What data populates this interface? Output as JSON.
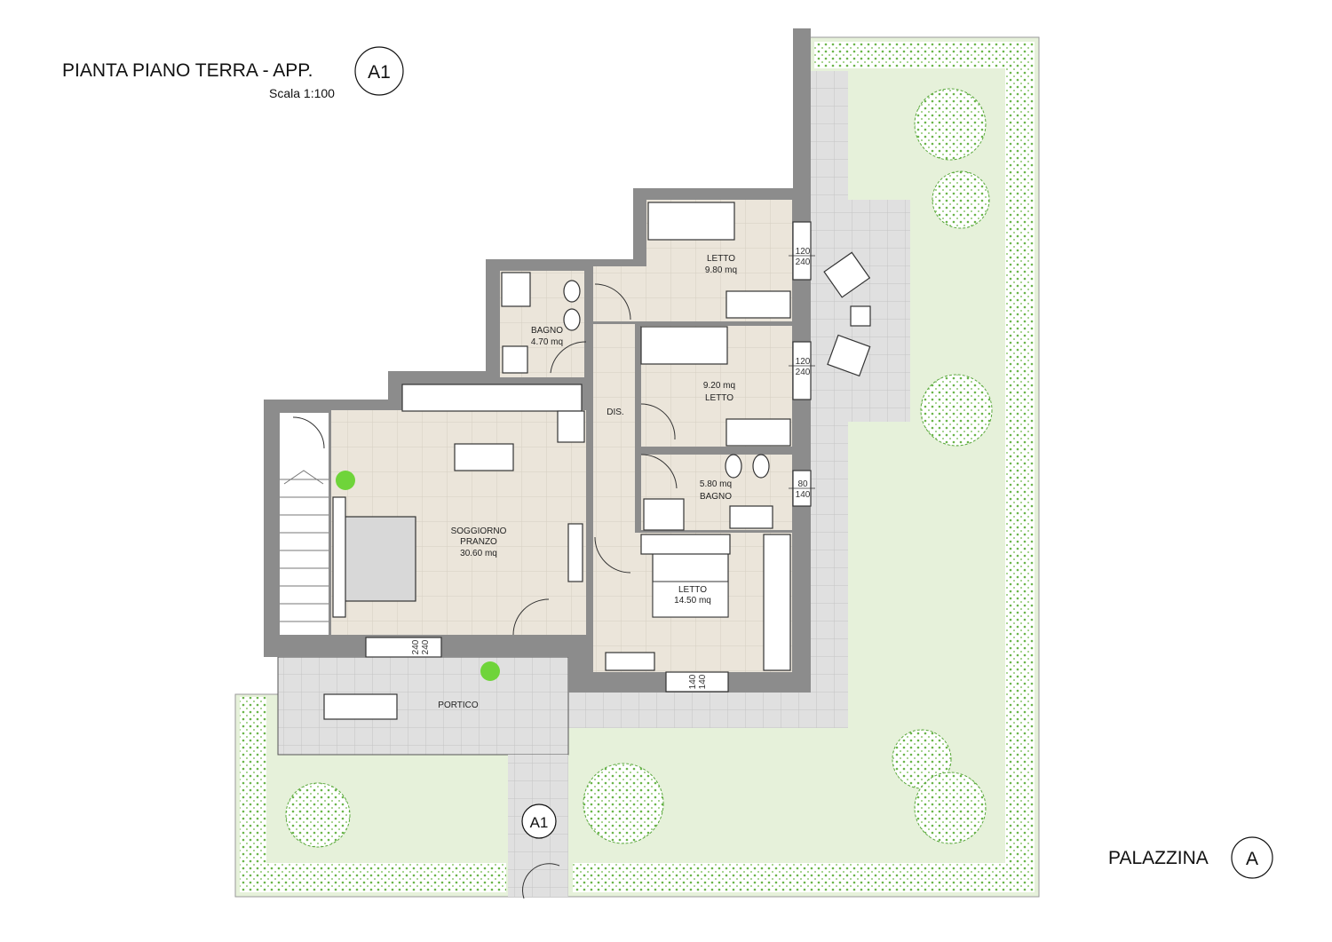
{
  "header": {
    "title": "PIANTA PIANO TERRA - APP.",
    "unit_badge": "A1",
    "scale": "Scala 1:100"
  },
  "building": {
    "label": "PALAZZINA",
    "badge": "A"
  },
  "entrance_marker": "A1",
  "rooms": {
    "letto1": {
      "name": "LETTO",
      "area": "9.80 mq"
    },
    "letto2": {
      "name": "LETTO",
      "area": "9.20 mq"
    },
    "letto3": {
      "name": "LETTO",
      "area": "14.50 mq"
    },
    "bagno1": {
      "name": "BAGNO",
      "area": "4.70 mq"
    },
    "bagno2": {
      "name": "BAGNO",
      "area": "5.80 mq"
    },
    "soggiorno": {
      "name1": "SOGGIORNO",
      "name2": "PRANZO",
      "area": "30.60 mq"
    },
    "dis": {
      "name": "DIS."
    },
    "portico": {
      "name": "PORTICO"
    }
  },
  "windows": {
    "w1": {
      "top": "120",
      "bottom": "240"
    },
    "w2": {
      "top": "120",
      "bottom": "240"
    },
    "w3": {
      "top": "80",
      "bottom": "140"
    },
    "w4": {
      "top": "240",
      "bottom": "240"
    },
    "w5": {
      "top": "140",
      "bottom": "140"
    }
  },
  "colors": {
    "wall": "#8c8c8c",
    "floor": "#ebe5da",
    "lawn": "#e6f1da",
    "paving": "#dcdcdc",
    "hedge": "#5aa83c"
  }
}
